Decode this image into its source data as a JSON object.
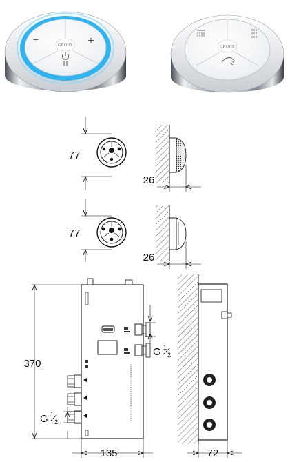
{
  "brand": "GROHE",
  "colors": {
    "ring_glow": "#2fb4f2",
    "chrome_light": "#eef1f4",
    "chrome_dark": "#3b3f44",
    "face": "#f4f6f8",
    "line": "#111111"
  },
  "controller_buttons": {
    "minus": "−",
    "plus": "+",
    "power_icon": "power-icon",
    "pause_icon": "pause-icon"
  },
  "dimensions": {
    "controller_diameter_1": "77",
    "controller_depth_1": "26",
    "controller_diameter_2": "77",
    "controller_depth_2": "26",
    "box_height": "370",
    "box_width": "135",
    "box_depth": "72",
    "thread_outlet": {
      "base": "G ",
      "num": "1",
      "den": "2"
    },
    "thread_inlet": {
      "base": "G ",
      "num": "1",
      "den": "2"
    }
  }
}
